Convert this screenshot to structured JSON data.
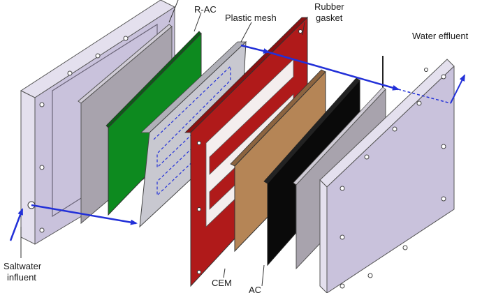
{
  "labels": {
    "r_ac": "R-AC",
    "plastic_mesh": "Plastic mesh",
    "rubber_gasket_1": "Rubber",
    "rubber_gasket_2": "gasket",
    "water_effluent": "Water effluent",
    "saltwater_1": "Saltwater",
    "saltwater_2": "influent",
    "cem": "CEM",
    "ac": "AC"
  },
  "colors": {
    "end_plate": "#c9c2dc",
    "end_plate_side": "#e4e0ee",
    "spacer_plate": "#a8a3ad",
    "r_ac": "#0d8a1f",
    "mesh": "#c8c8d0",
    "gasket": "#b01a1a",
    "cem": "#b58556",
    "ac": "#0a0a0a",
    "flow_arrow": "#2230d8"
  }
}
